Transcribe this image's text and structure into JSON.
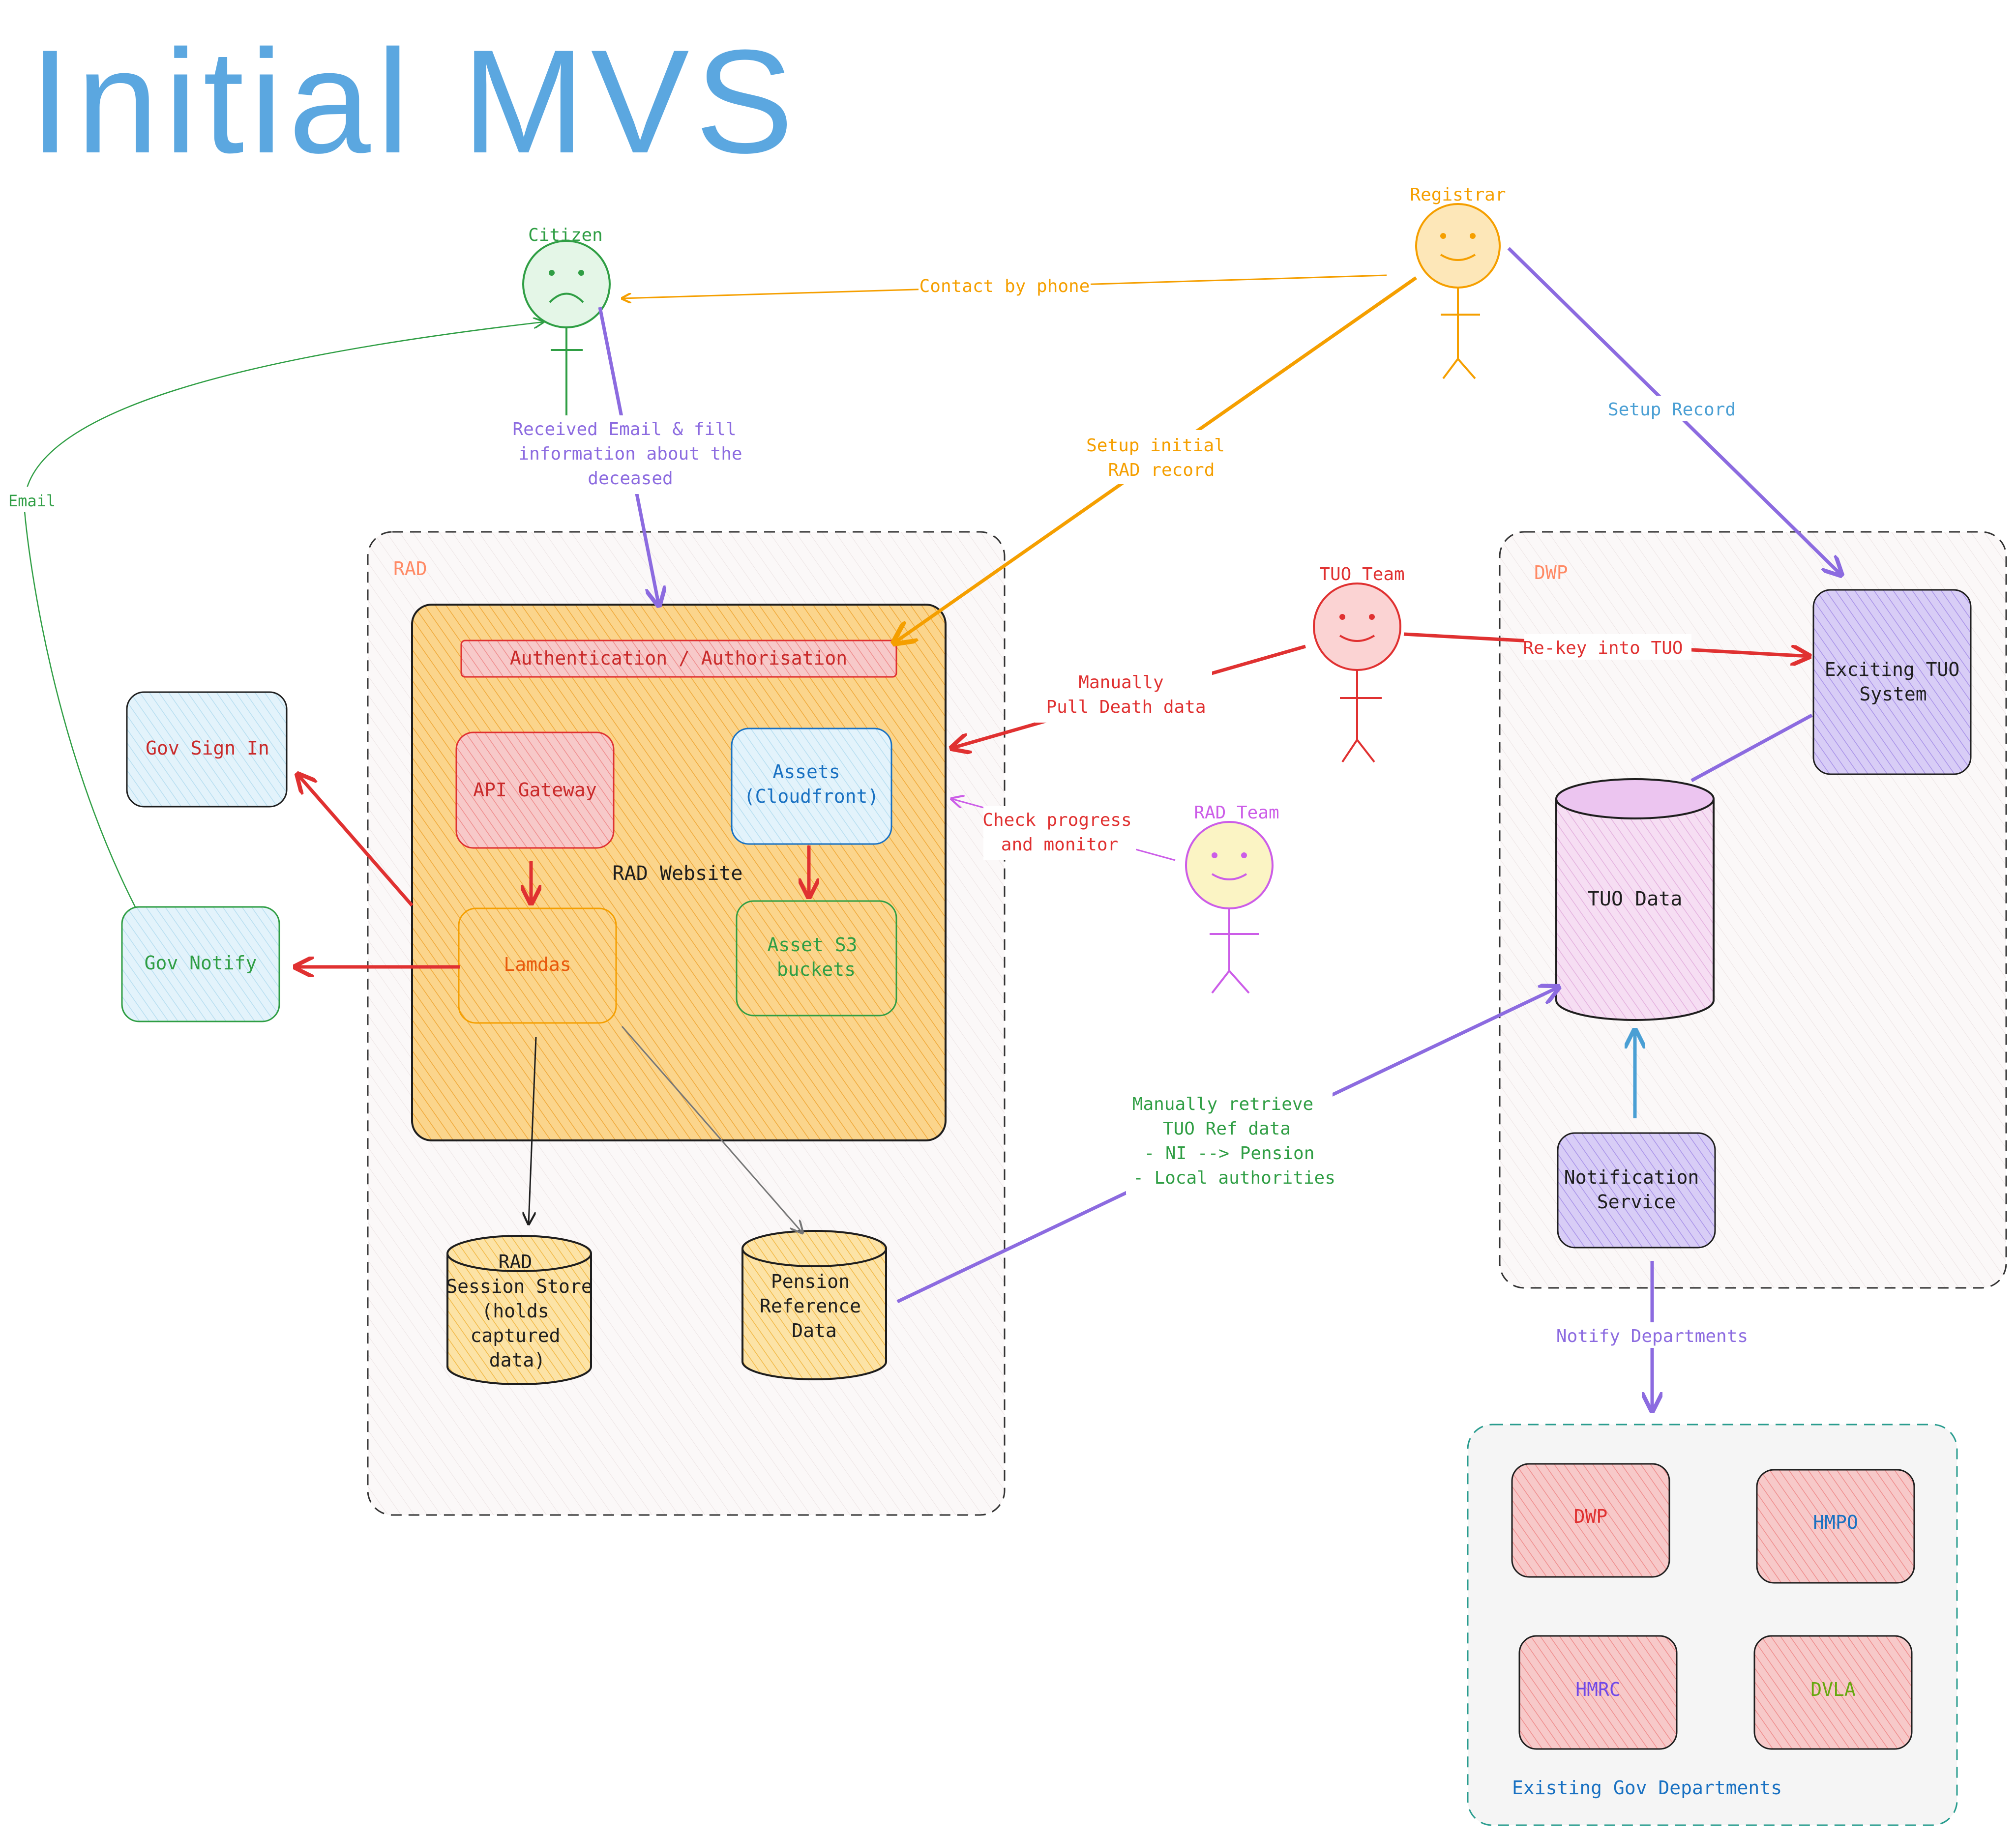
{
  "title": "Initial MVS",
  "actors": {
    "citizen": "Citizen",
    "registrar": "Registrar",
    "tuo_team": "TUO Team",
    "rad_team": "RAD Team"
  },
  "groups": {
    "rad": "RAD",
    "dwp": "DWP",
    "existing_depts": "Existing Gov Departments"
  },
  "nodes": {
    "rad_website": "RAD Website",
    "auth": "Authentication / Authorisation",
    "api_gateway": "API Gateway",
    "assets": [
      "Assets",
      "(Cloudfront)"
    ],
    "lamdas": "Lamdas",
    "asset_s3": [
      "Asset S3",
      "buckets"
    ],
    "session_store": [
      "RAD",
      "Session Store",
      "(holds",
      "captured",
      "data)"
    ],
    "pension_ref": [
      "Pension",
      "Reference",
      "Data"
    ],
    "gov_sign_in": "Gov Sign In",
    "gov_notify": "Gov Notify",
    "exciting_tuo": [
      "Exciting TUO",
      "System"
    ],
    "tuo_data": "TUO Data",
    "notification_service": [
      "Notification",
      "Service"
    ],
    "dept_dwp": "DWP",
    "dept_hmpo": "HMPO",
    "dept_hmrc": "HMRC",
    "dept_dvla": "DVLA"
  },
  "edge_labels": {
    "contact_by_phone": "Contact by phone",
    "received_email": [
      "Received Email & fill",
      "information about the",
      "deceased"
    ],
    "setup_initial": [
      "Setup initial",
      "RAD record"
    ],
    "setup_record": "Setup Record",
    "email": "Email",
    "manually_pull": [
      "Manually",
      "Pull Death data"
    ],
    "rekey": "Re-key into TUO",
    "check_progress": [
      "Check progress",
      "and monitor"
    ],
    "manually_retrieve": [
      "Manually retrieve",
      "TUO Ref data",
      "- NI --> Pension",
      "- Local authorities"
    ],
    "notify_departments": "Notify Departments"
  },
  "colors": {
    "title": "#5ba7e0",
    "green": "#2f9e44",
    "orange": "#f59f00",
    "purple": "#8c6be0",
    "red": "#e03131",
    "blue": "#1971c2",
    "rad_fill": "#f9c46a"
  }
}
